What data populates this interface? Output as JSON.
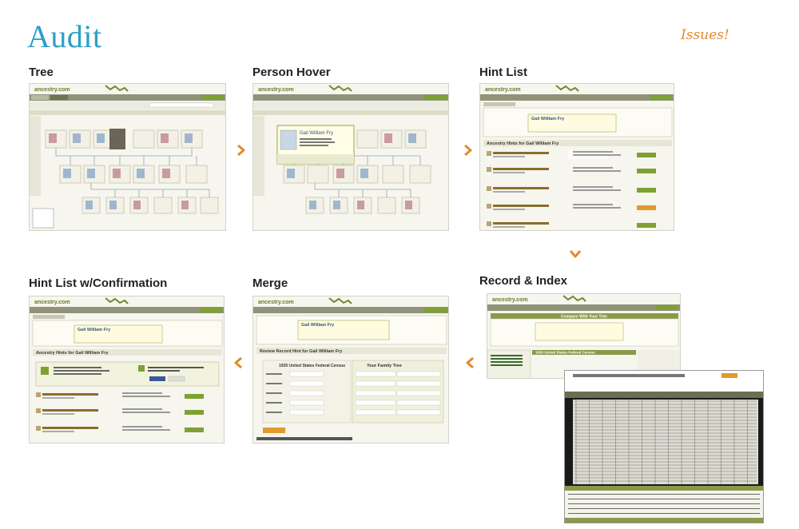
{
  "page": {
    "title": "Audit",
    "issues_link": "Issues!"
  },
  "sections": {
    "tree": {
      "label": "Tree",
      "brand": "ancestry.com"
    },
    "person_hover": {
      "label": "Person Hover",
      "brand": "ancestry.com",
      "popup_name": "Gail William Fry"
    },
    "hint_list": {
      "label": "Hint List",
      "brand": "ancestry.com",
      "person_name": "Gail William Fry",
      "heading": "Ancestry Hints for Gail William Fry"
    },
    "hint_list_confirm": {
      "label": "Hint List w/Confirmation",
      "brand": "ancestry.com",
      "person_name": "Gail William Fry",
      "heading": "Ancestry Hints for Gail William Fry"
    },
    "merge": {
      "label": "Merge",
      "brand": "ancestry.com",
      "person_name": "Gail William Fry",
      "heading": "Review Record Hint for Gail William Fry",
      "subheading": "1930 United States Federal Census",
      "right_heading": "Your Family Tree"
    },
    "record_index": {
      "label": "Record & Index",
      "brand": "ancestry.com",
      "heading": "Compare With Your Tree",
      "census_heading": "1930 United States Federal Census"
    }
  },
  "colors": {
    "accent": "#2b9fc7",
    "arrow": "#e4892c",
    "brand_green": "#7a8c35",
    "nav_olive": "#8a8f6a"
  }
}
